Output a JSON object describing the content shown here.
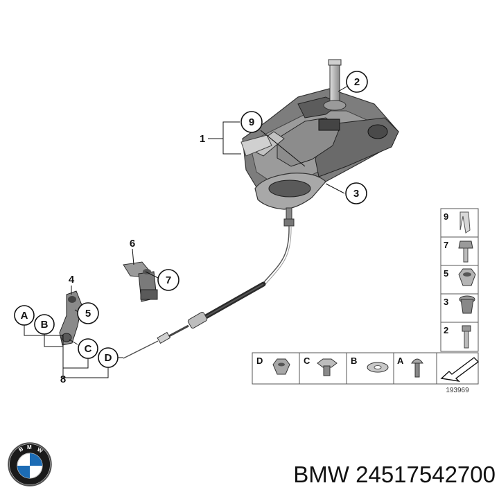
{
  "callouts": {
    "c1": "1",
    "c2": "2",
    "c3": "3",
    "c4": "4",
    "c5": "5",
    "c6": "6",
    "c7": "7",
    "c8": "8",
    "c9": "9",
    "cA": "A",
    "cB": "B",
    "cC": "C",
    "cD": "D"
  },
  "legend_right": [
    "9",
    "7",
    "5",
    "3",
    "2"
  ],
  "legend_bottom": [
    "D",
    "C",
    "B",
    "A"
  ],
  "diagram_number": "193969",
  "caption": {
    "brand": "BMW",
    "part_number": "24517542700"
  },
  "logo": {
    "letters": "BMW"
  },
  "colors": {
    "ink": "#111111",
    "part_gray": "#6e6e6e",
    "blue": "#1c6cb5"
  }
}
